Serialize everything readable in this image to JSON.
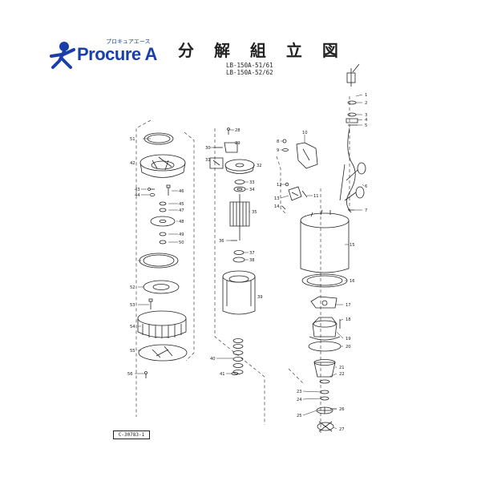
{
  "brand": {
    "name": "Procure A",
    "kana": "プロキュアエース"
  },
  "title": "分 解 組 立 図",
  "models": [
    "LB-150A-51/61",
    "LB-150A-52/62"
  ],
  "drawing_number": "C-30783-1",
  "part_numbers": [
    "1",
    "2",
    "3",
    "4",
    "5",
    "6",
    "7",
    "8",
    "9",
    "10",
    "11",
    "12",
    "13",
    "14",
    "15",
    "16",
    "17",
    "18",
    "19",
    "20",
    "21",
    "22",
    "23",
    "24",
    "25",
    "26",
    "27",
    "28",
    "29",
    "30",
    "31",
    "32",
    "33",
    "34",
    "35",
    "36",
    "37",
    "38",
    "39",
    "40",
    "41",
    "42",
    "43",
    "44",
    "45",
    "46",
    "47",
    "48",
    "49",
    "50",
    "51",
    "52",
    "53",
    "54",
    "55",
    "56"
  ],
  "colors": {
    "brand_blue": "#1a3fa8",
    "line": "#222222"
  },
  "icons": {
    "mascot": "running-figure-icon"
  }
}
